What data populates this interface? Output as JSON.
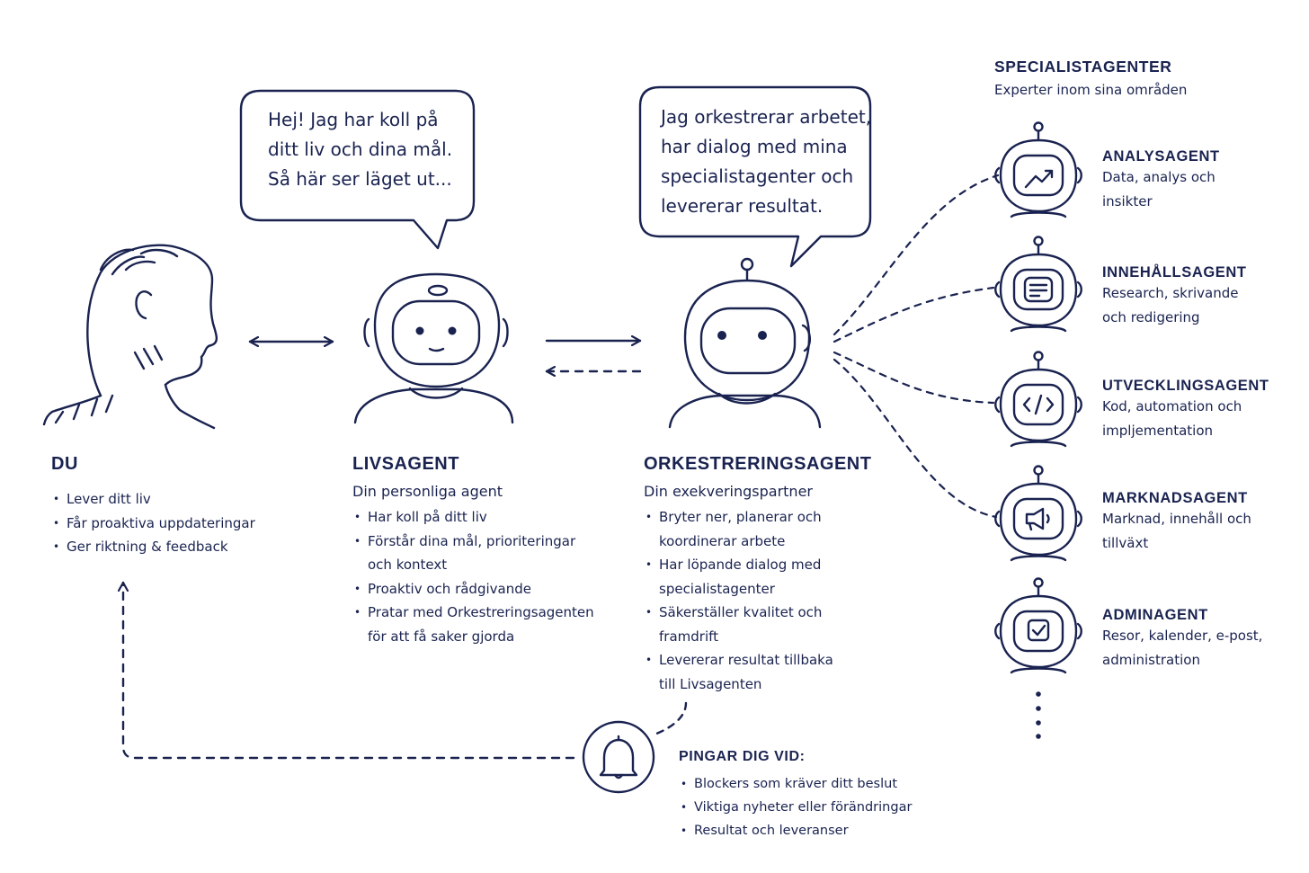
{
  "colors": {
    "ink": "#1a2350",
    "background": "#ffffff"
  },
  "bubbles": {
    "livsagent": [
      "Hej! Jag har koll på",
      "ditt liv och dina mål.",
      "Så här ser läget ut..."
    ],
    "orkestrering": [
      "Jag orkestrerar arbetet,",
      "har dialog med mina",
      "specialistagenter och",
      "levererar resultat."
    ]
  },
  "du": {
    "title": "DU",
    "items": [
      "Lever ditt liv",
      "Får proaktiva uppdateringar",
      "Ger riktning & feedback"
    ]
  },
  "livsagent": {
    "title": "LIVSAGENT",
    "subtitle": "Din personliga agent",
    "items": [
      "Har koll på ditt liv",
      "Förstår dina mål, prioriteringar och kontext",
      "Proaktiv och rådgivande",
      "Pratar med Orkestreringsagenten för att få saker gjorda"
    ]
  },
  "orkestrering": {
    "title": "ORKESTRERINGSAGENT",
    "subtitle": "Din exekveringspartner",
    "items": [
      "Bryter ner, planerar och koordinerar arbete",
      "Har löpande dialog med specialistagenter",
      "Säkerställer kvalitet och framdrift",
      "Levererar resultat tillbaka till Livsagenten"
    ]
  },
  "specialists": {
    "title": "SPECIALISTAGENTER",
    "subtitle": "Experter inom sina områden",
    "agents": [
      {
        "name": "ANALYSAGENT",
        "desc": "Data, analys och insikter",
        "icon": "chart-trend-icon"
      },
      {
        "name": "INNEHÅLLSAGENT",
        "desc": "Research, skrivande och redigering",
        "icon": "document-lines-icon"
      },
      {
        "name": "UTVECKLINGSAGENT",
        "desc": "Kod, automation och impljementation",
        "icon": "code-brackets-icon"
      },
      {
        "name": "MARKNADSAGENT",
        "desc": "Marknad, innehåll och tillväxt",
        "icon": "megaphone-icon"
      },
      {
        "name": "ADMINAGENT",
        "desc": "Resor, kalender, e-post, administration",
        "icon": "checkbox-icon"
      }
    ]
  },
  "pings": {
    "title": "PINGAR DIG VID:",
    "icon": "bell-icon",
    "items": [
      "Blockers som kräver ditt beslut",
      "Viktiga nyheter eller förändringar",
      "Resultat och leveranser"
    ]
  }
}
